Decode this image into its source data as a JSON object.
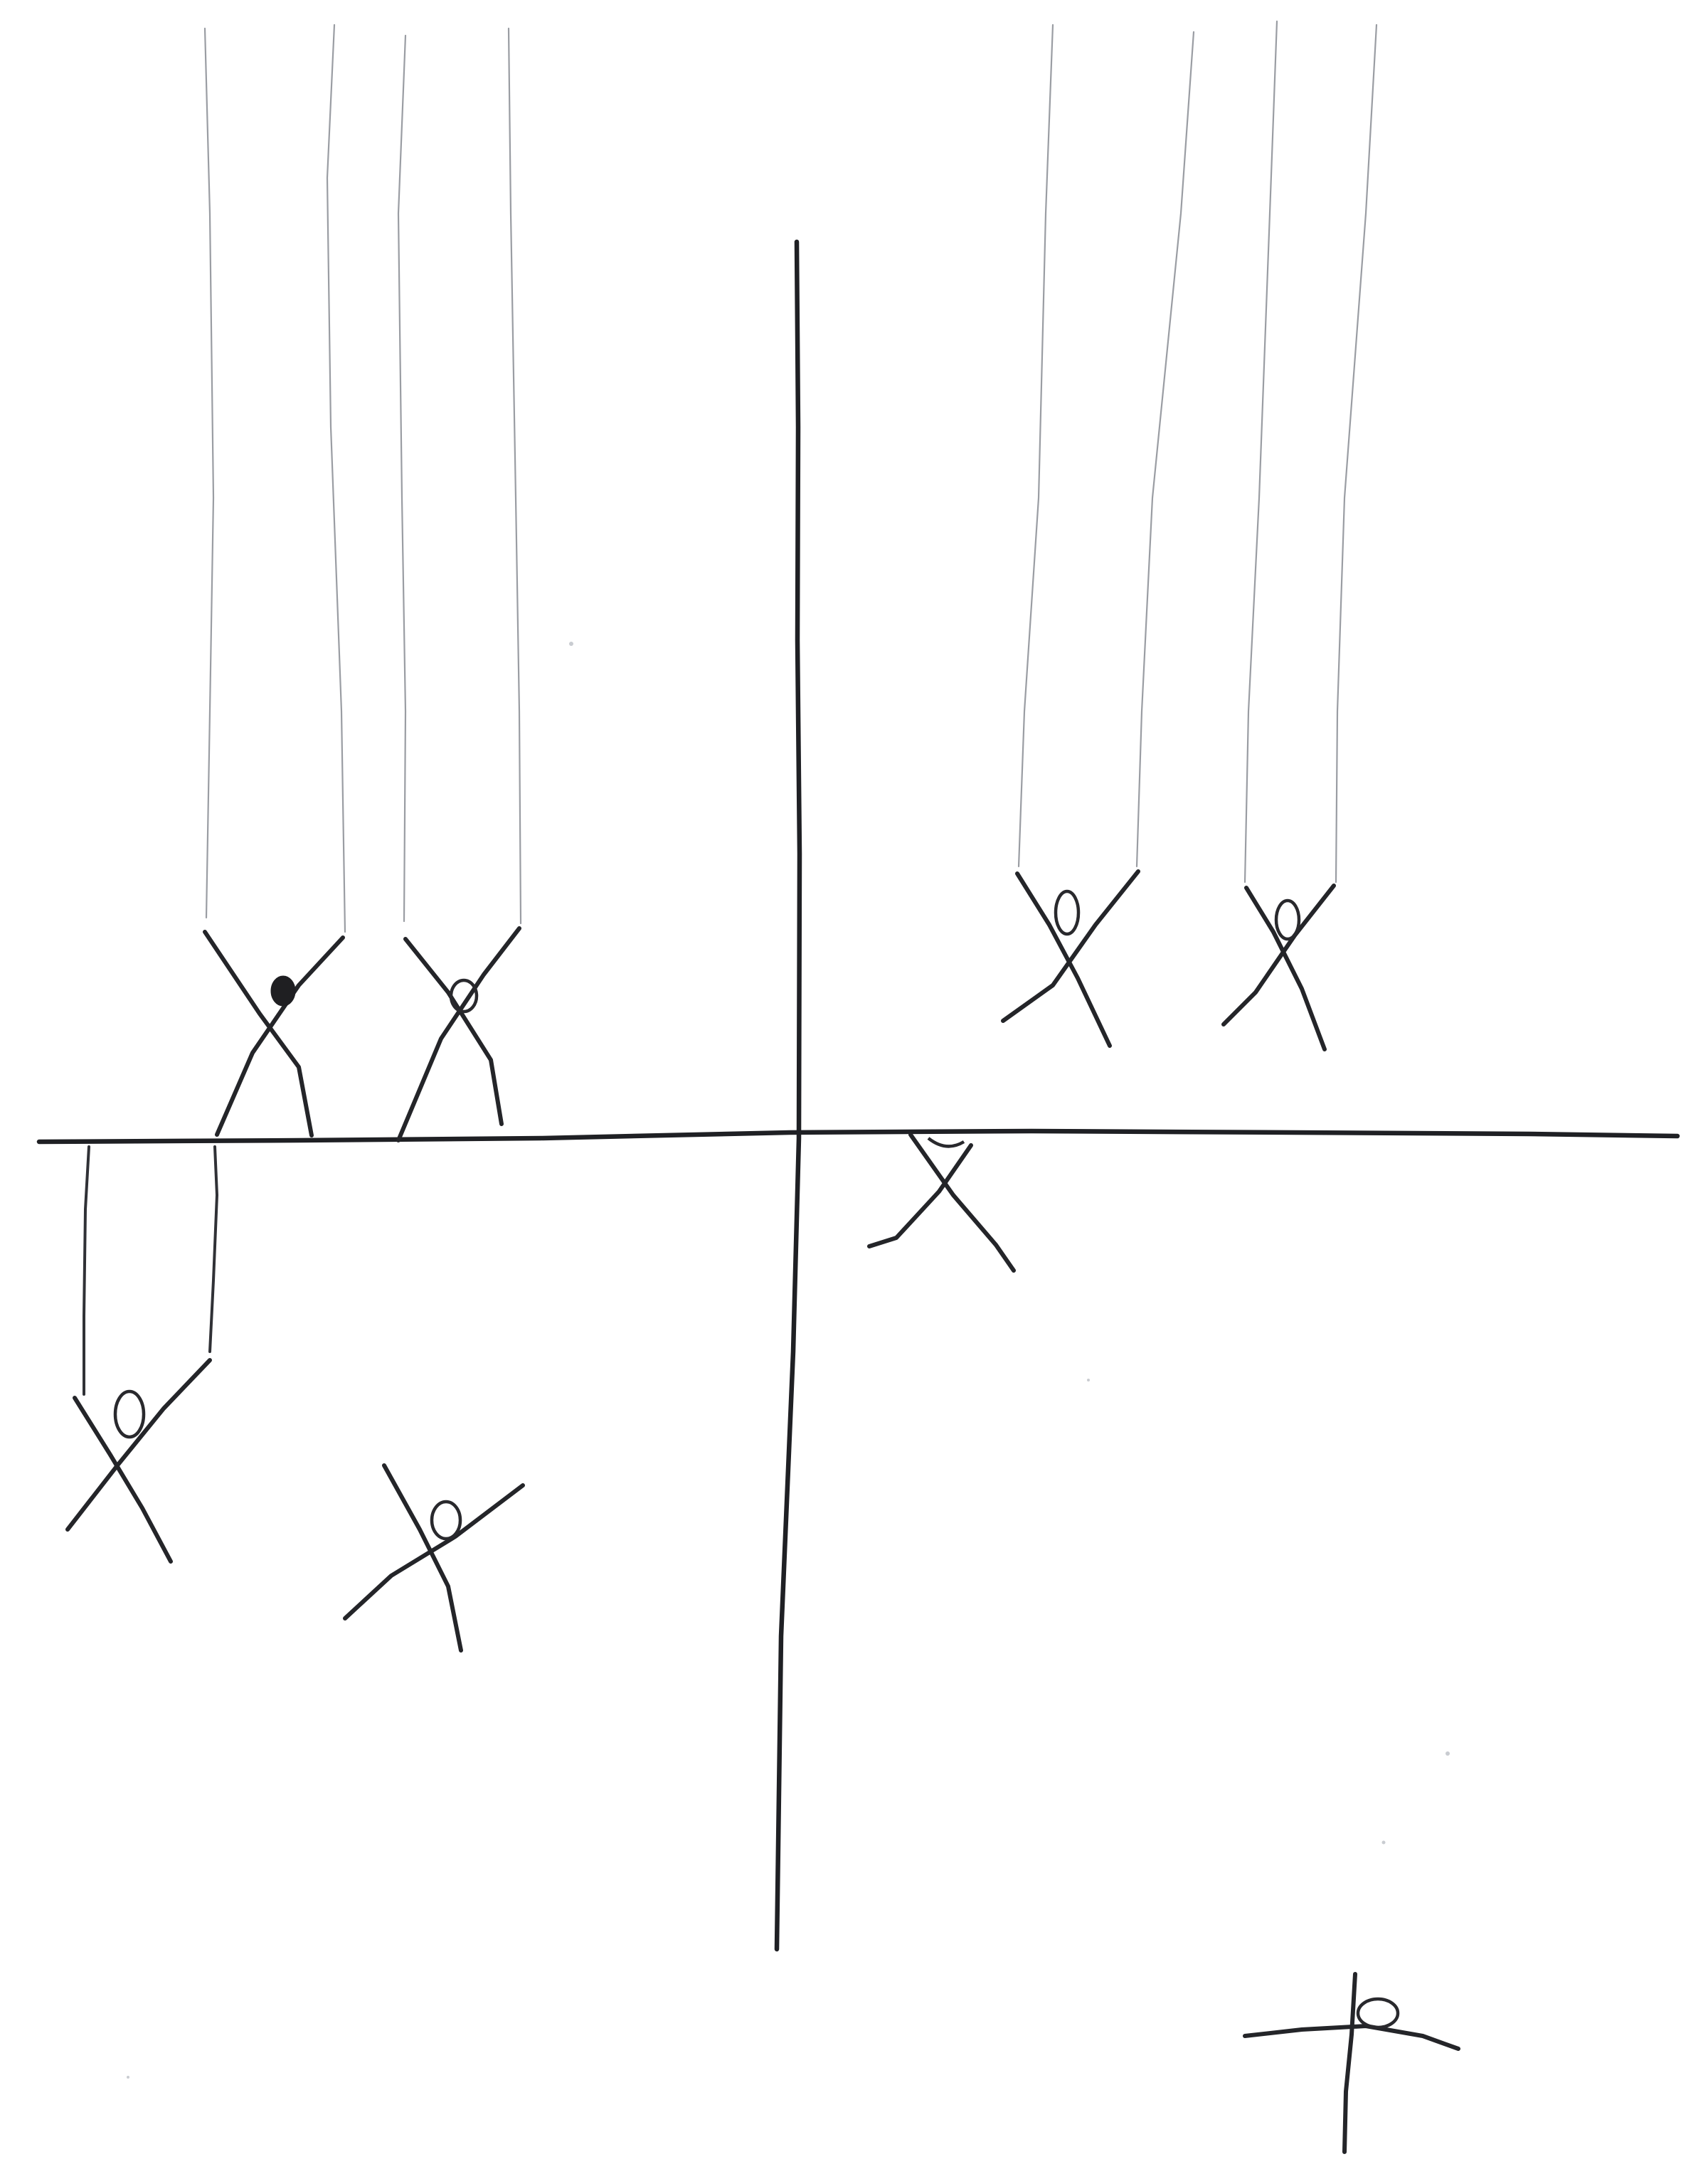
{
  "image": {
    "background_color": "#fafcfd",
    "ink_color": "#242529",
    "thin_line_color": "#9a9da3"
  },
  "figures": {
    "quadrant_top_left_count": 2,
    "quadrant_top_right_count": 2,
    "quadrant_bottom_left_count": 2,
    "quadrant_bottom_right_count": 2
  }
}
